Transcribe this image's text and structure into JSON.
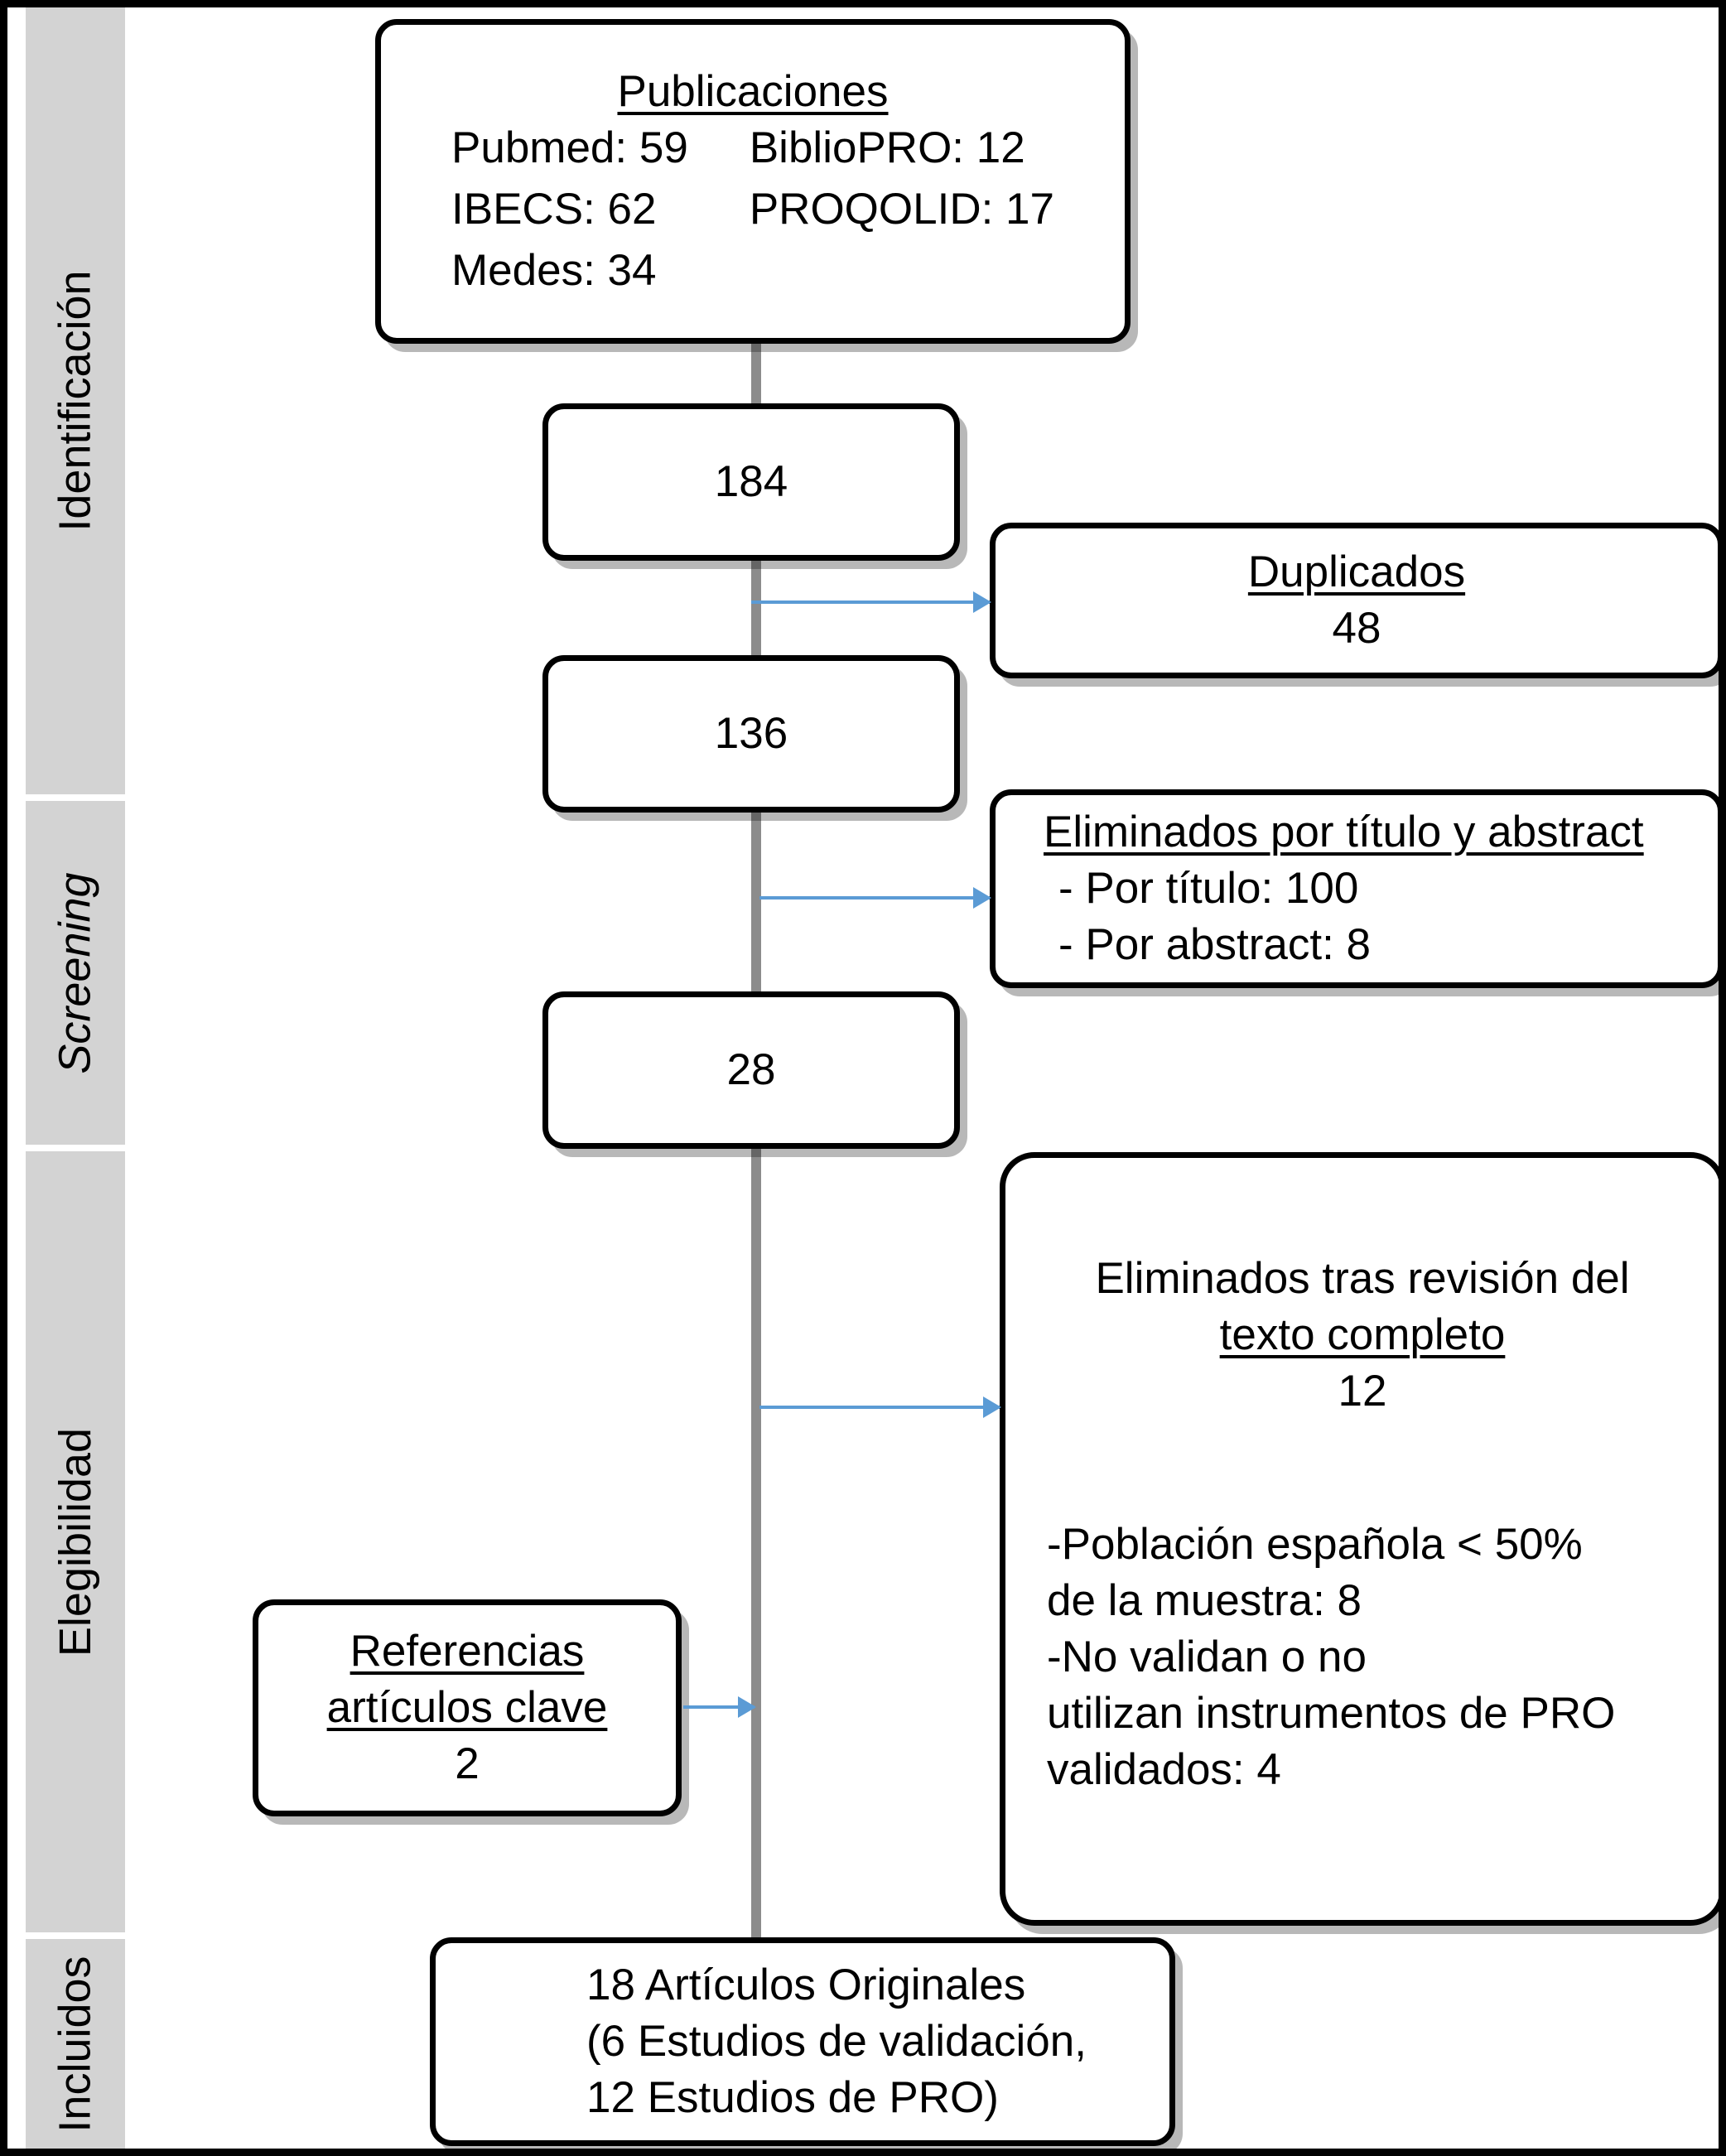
{
  "diagram": {
    "type": "prisma-flow",
    "title": "PRISMA flow diagram",
    "accent_arrow_color": "#5b9bd5",
    "sidebar_band_color": "#d3d3d3",
    "connector_color": "#8c8c8c"
  },
  "sidebar": {
    "bands": [
      {
        "label": "Identificación",
        "italic": false
      },
      {
        "label": "Screening",
        "italic": true
      },
      {
        "label": "Elegibilidad",
        "italic": false
      },
      {
        "label": "Incluidos",
        "italic": false
      }
    ]
  },
  "nodes": {
    "publications": {
      "heading": "Publicaciones",
      "sources": [
        {
          "name": "Pubmed: 59",
          "name2": "BiblioPRO: 12"
        },
        {
          "name": "IBECS: 62",
          "name2": "PROQOLID: 17"
        },
        {
          "name": "Medes: 34",
          "name2": ""
        }
      ]
    },
    "records_identified": {
      "count": "184"
    },
    "records_after_duplicates": {
      "count": "136"
    },
    "full_text_assessed": {
      "count": "28"
    },
    "duplicates": {
      "heading": "Duplicados",
      "count": "48"
    },
    "excluded_title_abstract": {
      "heading": "Eliminados por título y abstract",
      "items": [
        "- Por título: 100",
        "- Por abstract: 8"
      ]
    },
    "excluded_full_text": {
      "heading_line1": "Eliminados tras revisión del",
      "heading_line2": "texto completo",
      "count": "12",
      "reasons": [
        "-Población española < 50%",
        "de la muestra: 8",
        "-No validan o no",
        "utilizan instrumentos de PRO",
        "validados: 4"
      ]
    },
    "key_article_references": {
      "heading_line1": "Referencias",
      "heading_line2": "artículos clave",
      "count": "2"
    },
    "included": {
      "lines": [
        "18 Artículos Originales",
        "(6 Estudios de validación,",
        "12 Estudios de PRO)"
      ]
    }
  }
}
